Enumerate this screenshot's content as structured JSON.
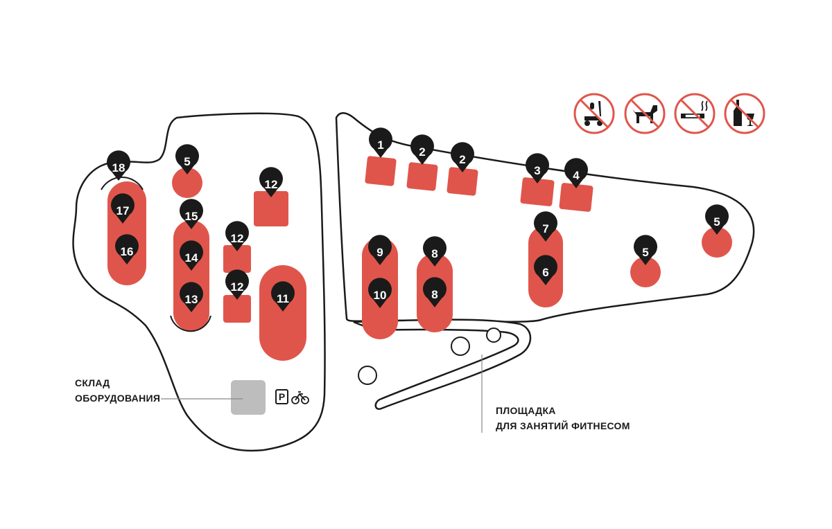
{
  "colors": {
    "zone": "#e0554b",
    "pin": "#1a1a1a",
    "outline": "#1a1a1a",
    "storage": "#bdbdbd",
    "prohibition": "#e0554b"
  },
  "prohibitions": [
    {
      "icon": "no-scooter-icon"
    },
    {
      "icon": "no-dogs-icon"
    },
    {
      "icon": "no-smoking-icon"
    },
    {
      "icon": "no-alcohol-icon"
    }
  ],
  "markers": {
    "m1": "1",
    "m2a": "2",
    "m2b": "2",
    "m3": "3",
    "m4": "4",
    "m5a": "5",
    "m5b": "5",
    "m5c": "5",
    "m6": "6",
    "m7": "7",
    "m8a": "8",
    "m8b": "8",
    "m9": "9",
    "m10": "10",
    "m11": "11",
    "m12a": "12",
    "m12b": "12",
    "m12c": "12",
    "m13": "13",
    "m14": "14",
    "m15": "15",
    "m16": "16",
    "m17": "17",
    "m18": "18"
  },
  "labels": {
    "storage_line1": "СКЛАД",
    "storage_line2": "ОБОРУДОВАНИЯ",
    "fitness_line1": "ПЛОЩАДКА",
    "fitness_line2": "ДЛЯ ЗАНЯТИЙ ФИТНЕСОМ",
    "parking": "P"
  },
  "legend_icons": {
    "parking": "parking-icon",
    "bicycle": "bicycle-icon"
  }
}
